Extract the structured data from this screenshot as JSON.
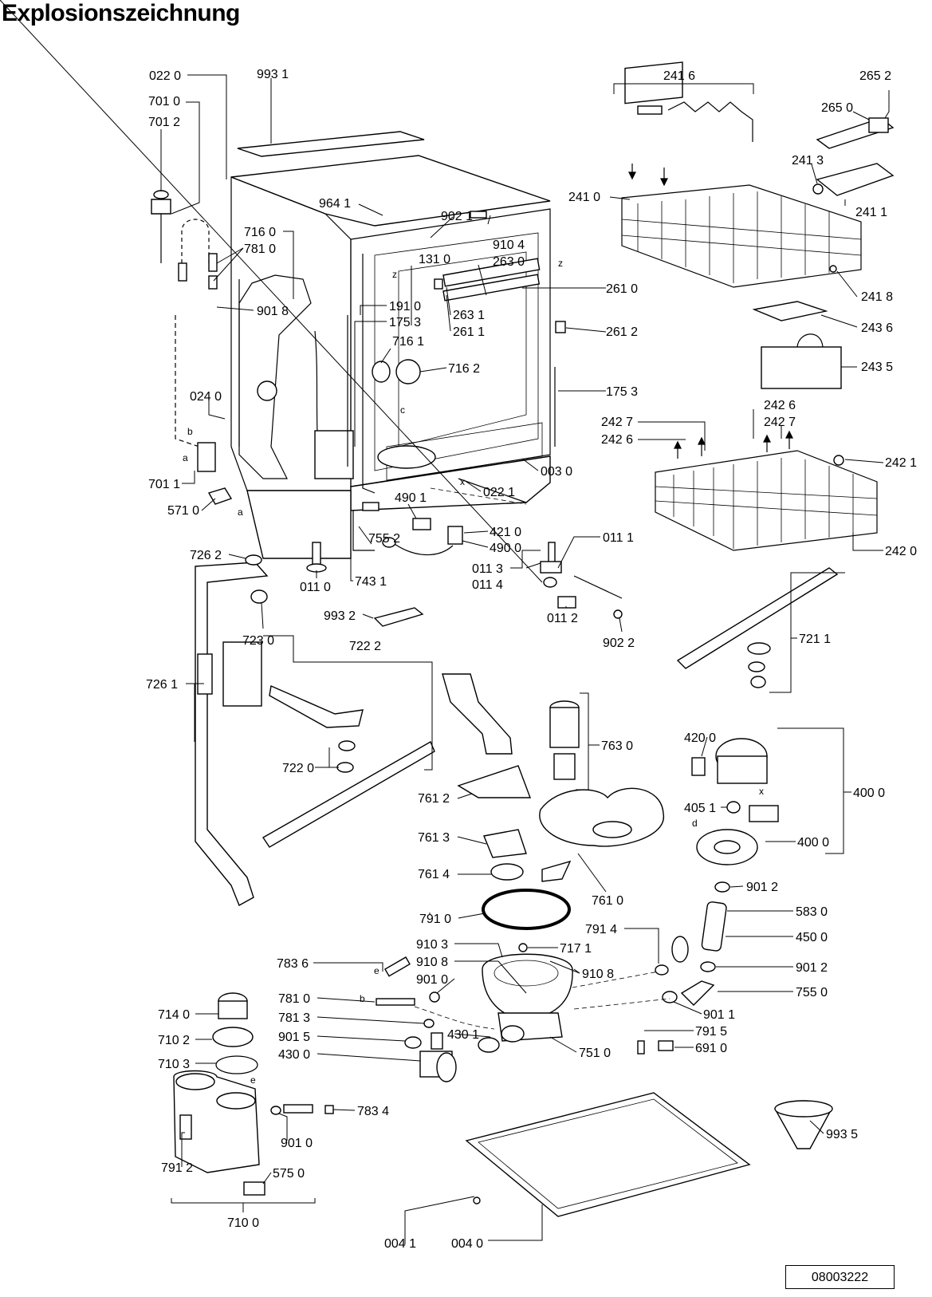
{
  "title": "Explosionszeichnung",
  "document_number": "08003222",
  "callouts": [
    {
      "id": "c0220",
      "text": "022 0"
    },
    {
      "id": "c9931",
      "text": "993 1"
    },
    {
      "id": "c7010",
      "text": "701 0"
    },
    {
      "id": "c7012",
      "text": "701 2"
    },
    {
      "id": "c9641",
      "text": "964 1"
    },
    {
      "id": "c9021",
      "text": "902 1"
    },
    {
      "id": "c9104",
      "text": "910 4"
    },
    {
      "id": "c7160",
      "text": "716 0"
    },
    {
      "id": "c7810a",
      "text": "781 0"
    },
    {
      "id": "c1310",
      "text": "131 0"
    },
    {
      "id": "c2630",
      "text": "263 0"
    },
    {
      "id": "c2610",
      "text": "261 0"
    },
    {
      "id": "c9018",
      "text": "901 8"
    },
    {
      "id": "c1910",
      "text": "191 0"
    },
    {
      "id": "c1753a",
      "text": "175 3"
    },
    {
      "id": "c2631",
      "text": "263 1"
    },
    {
      "id": "c2611",
      "text": "261 1"
    },
    {
      "id": "c2612",
      "text": "261 2"
    },
    {
      "id": "c7161",
      "text": "716 1"
    },
    {
      "id": "c7162",
      "text": "716 2"
    },
    {
      "id": "c1753b",
      "text": "175 3"
    },
    {
      "id": "c0240",
      "text": "024 0"
    },
    {
      "id": "c0030",
      "text": "003 0"
    },
    {
      "id": "c7011",
      "text": "701 1"
    },
    {
      "id": "c5710",
      "text": "571 0"
    },
    {
      "id": "c4901",
      "text": "490 1"
    },
    {
      "id": "c0221",
      "text": "022 1"
    },
    {
      "id": "c4210",
      "text": "421 0"
    },
    {
      "id": "c4900",
      "text": "490 0"
    },
    {
      "id": "c7552",
      "text": "755 2"
    },
    {
      "id": "c0110",
      "text": "011 0"
    },
    {
      "id": "c7431",
      "text": "743 1"
    },
    {
      "id": "c0111",
      "text": "011 1"
    },
    {
      "id": "c0113",
      "text": "011 3"
    },
    {
      "id": "c0114",
      "text": "011 4"
    },
    {
      "id": "c0112",
      "text": "011 2"
    },
    {
      "id": "c9932",
      "text": "993 2"
    },
    {
      "id": "c9022",
      "text": "902 2"
    },
    {
      "id": "c7262",
      "text": "726 2"
    },
    {
      "id": "c7230",
      "text": "723 0"
    },
    {
      "id": "c7222",
      "text": "722 2"
    },
    {
      "id": "c7261",
      "text": "726 1"
    },
    {
      "id": "c7220",
      "text": "722 0"
    },
    {
      "id": "c2416",
      "text": "241 6"
    },
    {
      "id": "c2652",
      "text": "265 2"
    },
    {
      "id": "c2650",
      "text": "265 0"
    },
    {
      "id": "c2413",
      "text": "241 3"
    },
    {
      "id": "c2410",
      "text": "241 0"
    },
    {
      "id": "c2411",
      "text": "241 1"
    },
    {
      "id": "c2418",
      "text": "241 8"
    },
    {
      "id": "c2436",
      "text": "243 6"
    },
    {
      "id": "c2435",
      "text": "243 5"
    },
    {
      "id": "c2427a",
      "text": "242 7"
    },
    {
      "id": "c2426a",
      "text": "242 6"
    },
    {
      "id": "c2426b",
      "text": "242 6"
    },
    {
      "id": "c2427b",
      "text": "242 7"
    },
    {
      "id": "c2421",
      "text": "242 1"
    },
    {
      "id": "c2420",
      "text": "242 0"
    },
    {
      "id": "c7211",
      "text": "721 1"
    },
    {
      "id": "c7630",
      "text": "763 0"
    },
    {
      "id": "c4200",
      "text": "420 0"
    },
    {
      "id": "c4000a",
      "text": "400 0"
    },
    {
      "id": "c4051",
      "text": "405 1"
    },
    {
      "id": "c4000b",
      "text": "400 0"
    },
    {
      "id": "c7612",
      "text": "761 2"
    },
    {
      "id": "c7613",
      "text": "761 3"
    },
    {
      "id": "c7614",
      "text": "761 4"
    },
    {
      "id": "c7610",
      "text": "761 0"
    },
    {
      "id": "c9012a",
      "text": "901 2"
    },
    {
      "id": "c5830",
      "text": "583 0"
    },
    {
      "id": "c4500",
      "text": "450 0"
    },
    {
      "id": "c9012b",
      "text": "901 2"
    },
    {
      "id": "c7910",
      "text": "791 0"
    },
    {
      "id": "c7914",
      "text": "791 4"
    },
    {
      "id": "c9103",
      "text": "910 3"
    },
    {
      "id": "c7171",
      "text": "717 1"
    },
    {
      "id": "c9108a",
      "text": "910 8"
    },
    {
      "id": "c9108b",
      "text": "910 8"
    },
    {
      "id": "c7836",
      "text": "783 6"
    },
    {
      "id": "c9010a",
      "text": "901 0"
    },
    {
      "id": "c7550",
      "text": "755 0"
    },
    {
      "id": "c7810b",
      "text": "781 0"
    },
    {
      "id": "c9011",
      "text": "901 1"
    },
    {
      "id": "c7140",
      "text": "714 0"
    },
    {
      "id": "c7813",
      "text": "781 3"
    },
    {
      "id": "c4301",
      "text": "430 1"
    },
    {
      "id": "c7915",
      "text": "791 5"
    },
    {
      "id": "c7102",
      "text": "710 2"
    },
    {
      "id": "c9015",
      "text": "901 5"
    },
    {
      "id": "c7510",
      "text": "751 0"
    },
    {
      "id": "c4300",
      "text": "430 0"
    },
    {
      "id": "c6910",
      "text": "691 0"
    },
    {
      "id": "c7103",
      "text": "710 3"
    },
    {
      "id": "c7834",
      "text": "783 4"
    },
    {
      "id": "c9010b",
      "text": "901 0"
    },
    {
      "id": "c9935",
      "text": "993 5"
    },
    {
      "id": "c7912",
      "text": "791 2"
    },
    {
      "id": "c5750",
      "text": "575 0"
    },
    {
      "id": "c7100",
      "text": "710 0"
    },
    {
      "id": "c0041",
      "text": "004 1"
    },
    {
      "id": "c0040",
      "text": "004 0"
    }
  ],
  "letter_marks": [
    {
      "id": "m_z1",
      "text": "z"
    },
    {
      "id": "m_z2",
      "text": "z"
    },
    {
      "id": "m_c",
      "text": "c"
    },
    {
      "id": "m_x1",
      "text": "x"
    },
    {
      "id": "m_b1",
      "text": "b"
    },
    {
      "id": "m_a1",
      "text": "a"
    },
    {
      "id": "m_a2",
      "text": "a"
    },
    {
      "id": "m_x2",
      "text": "x"
    },
    {
      "id": "m_d",
      "text": "d"
    },
    {
      "id": "m_e1",
      "text": "e"
    },
    {
      "id": "m_b2",
      "text": "b"
    },
    {
      "id": "m_e2",
      "text": "e"
    }
  ]
}
